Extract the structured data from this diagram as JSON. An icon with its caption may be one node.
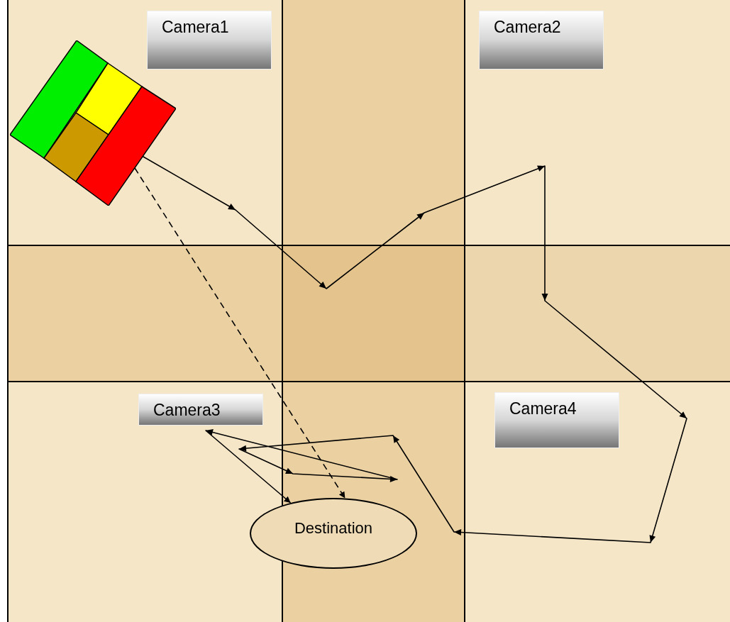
{
  "diagram": {
    "nodes": [
      {
        "text": [
          "Camera1"
        ]
      },
      {
        "text": [
          "Camera2"
        ]
      },
      {
        "text": [],
        "shape": "picture"
      },
      {
        "text": [
          "Camera3"
        ]
      },
      {
        "text": [
          "Camera4"
        ]
      },
      {
        "text": [
          "Destination"
        ]
      }
    ],
    "edges": [
      {
        "from": 2,
        "to": 5,
        "arrow": "to"
      },
      {
        "from": 2,
        "to": 5,
        "arrow": "to",
        "style": "dashed"
      }
    ]
  }
}
